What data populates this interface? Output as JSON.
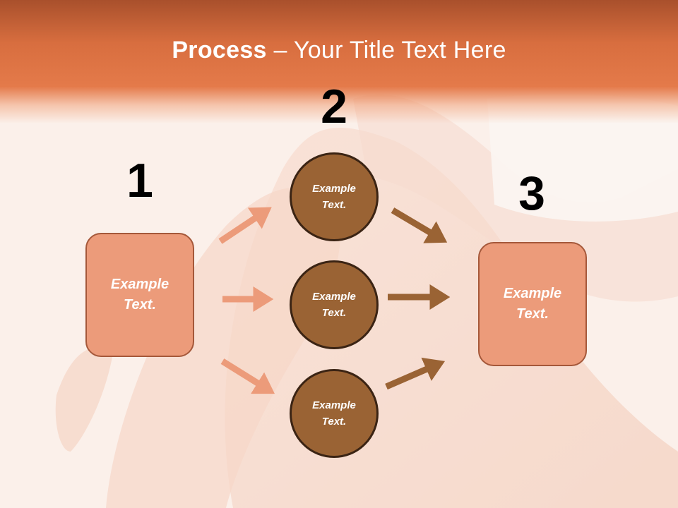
{
  "slide": {
    "title_bold": "Process",
    "title_rest": " – Your Title Text Here"
  },
  "steps": [
    {
      "number": "1",
      "label": "Example\nText."
    },
    {
      "number": "2",
      "label": "Example\nText."
    },
    {
      "number": "3",
      "label": "Example\nText."
    }
  ],
  "circles": [
    {
      "label": "Example\nText."
    },
    {
      "label": "Example\nText."
    },
    {
      "label": "Example\nText."
    }
  ],
  "colors": {
    "header": "#e47a4a",
    "box_fill": "#ec9b7a",
    "circle_fill": "#9a6334",
    "arrow_light": "#ec9b7a",
    "arrow_dark": "#9a6334"
  }
}
